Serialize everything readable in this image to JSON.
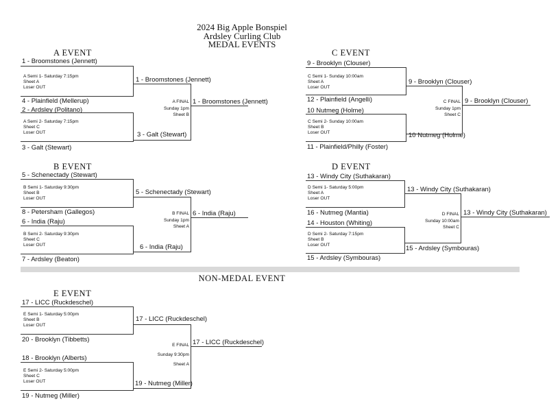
{
  "header": {
    "title": "2024 Big Apple Bonspiel",
    "club": "Ardsley Curling Club",
    "subtitle": "MEDAL EVENTS"
  },
  "non_medal_label": "NON-MEDAL EVENT",
  "events": {
    "A": {
      "title": "A EVENT",
      "t1": "1 - Broomstones (Jennett)",
      "t4": "4 - Plainfield (Mellerup)",
      "t2": "2 - Ardsley (Politano)",
      "t3": "3 - Galt (Stewart)",
      "semi1": [
        "A Semi 1- Saturday 7:15pm",
        "Sheet A",
        "Loser OUT"
      ],
      "semi2": [
        "A Semi 2- Saturday 7:15pm",
        "Sheet C",
        "Loser OUT"
      ],
      "w1": "1 - Broomstones (Jennett)",
      "w2": "3 - Galt (Stewart)",
      "final": [
        "A FINAL",
        "Sunday 1pm",
        "Sheet B"
      ],
      "champ": "1 - Broomstones (Jennett)"
    },
    "B": {
      "title": "B EVENT",
      "t1": "5 - Schenectady (Stewart)",
      "t4": "8 - Petersham (Gallegos)",
      "t2": "6 - India (Raju)",
      "t3": "7 - Ardsley (Beaton)",
      "semi1": [
        "B Semi 1- Saturday 9:30pm",
        "Sheet B",
        "Loser OUT"
      ],
      "semi2": [
        "B Semi 2- Saturday 9:30pm",
        "Sheet C",
        "Loser OUT"
      ],
      "w1": "5 - Schenectady (Stewart)",
      "w2": "6 - India (Raju)",
      "final": [
        "B FINAL",
        "Sunday 1pm",
        "Sheet A"
      ],
      "champ": "6 - India (Raju)"
    },
    "C": {
      "title": "C EVENT",
      "t1": "9 - Brooklyn (Clouser)",
      "t4": "12 - Plainfield (Angelli)",
      "t2": "10 Nutmeg (Holme)",
      "t3": "11 - Plainfield/Philly (Foster)",
      "semi1": [
        "C Semi 1- Sunday 10:00am",
        "Sheet A",
        "Loser OUT"
      ],
      "semi2": [
        "C Semi 2- Sunday 10:00am",
        "Sheet B",
        "Loser OUT"
      ],
      "w1": "9 - Brooklyn (Clouser)",
      "w2": "10 Nutmeg (Holme)",
      "final": [
        "C FINAL",
        "Sunday 1pm",
        "Sheet C"
      ],
      "champ": "9 - Brooklyn (Clouser)"
    },
    "D": {
      "title": "D EVENT",
      "t1": "13 - Windy City (Suthakaran)",
      "t4": "16 - Nutmeg (Mantia)",
      "t2": "14 - Houston (Whiting)",
      "t3": "15 - Ardsley (Symbouras)",
      "semi1": [
        "D Semi 1- Saturday 5:00pm",
        "Sheet A",
        "Loser OUT"
      ],
      "semi2": [
        "D Semi 2- Saturday 7:15pm",
        "Sheet B",
        "Loser OUT"
      ],
      "w1": "13 - Windy City (Suthakaran)",
      "w2": "15 - Ardsley (Symbouras)",
      "final": [
        "D FINAL",
        "Sunday 10:00am",
        "Sheet C"
      ],
      "champ": "13 - Windy City (Suthakaran)"
    },
    "E": {
      "title": "E EVENT",
      "t1": "17 - LICC (Ruckdeschel)",
      "t4": "20 - Brooklyn (Tibbetts)",
      "t2": "18 - Brooklyn (Alberts)",
      "t3": "19 - Nutmeg (Miller)",
      "semi1": [
        "E Semi 1- Saturday 5:00pm",
        "Sheet B",
        "Loser OUT"
      ],
      "semi2": [
        "E Semi 2- Saturday 5:00pm",
        "Sheet C",
        "Loser OUT"
      ],
      "w1": "17 - LICC (Ruckdeschel)",
      "w2": "19 - Nutmeg (Miller)",
      "final": [
        "E FINAL",
        "Sunday 9:30pm",
        "Sheet A"
      ],
      "champ": "17 - LICC (Ruckdeschel)"
    }
  }
}
